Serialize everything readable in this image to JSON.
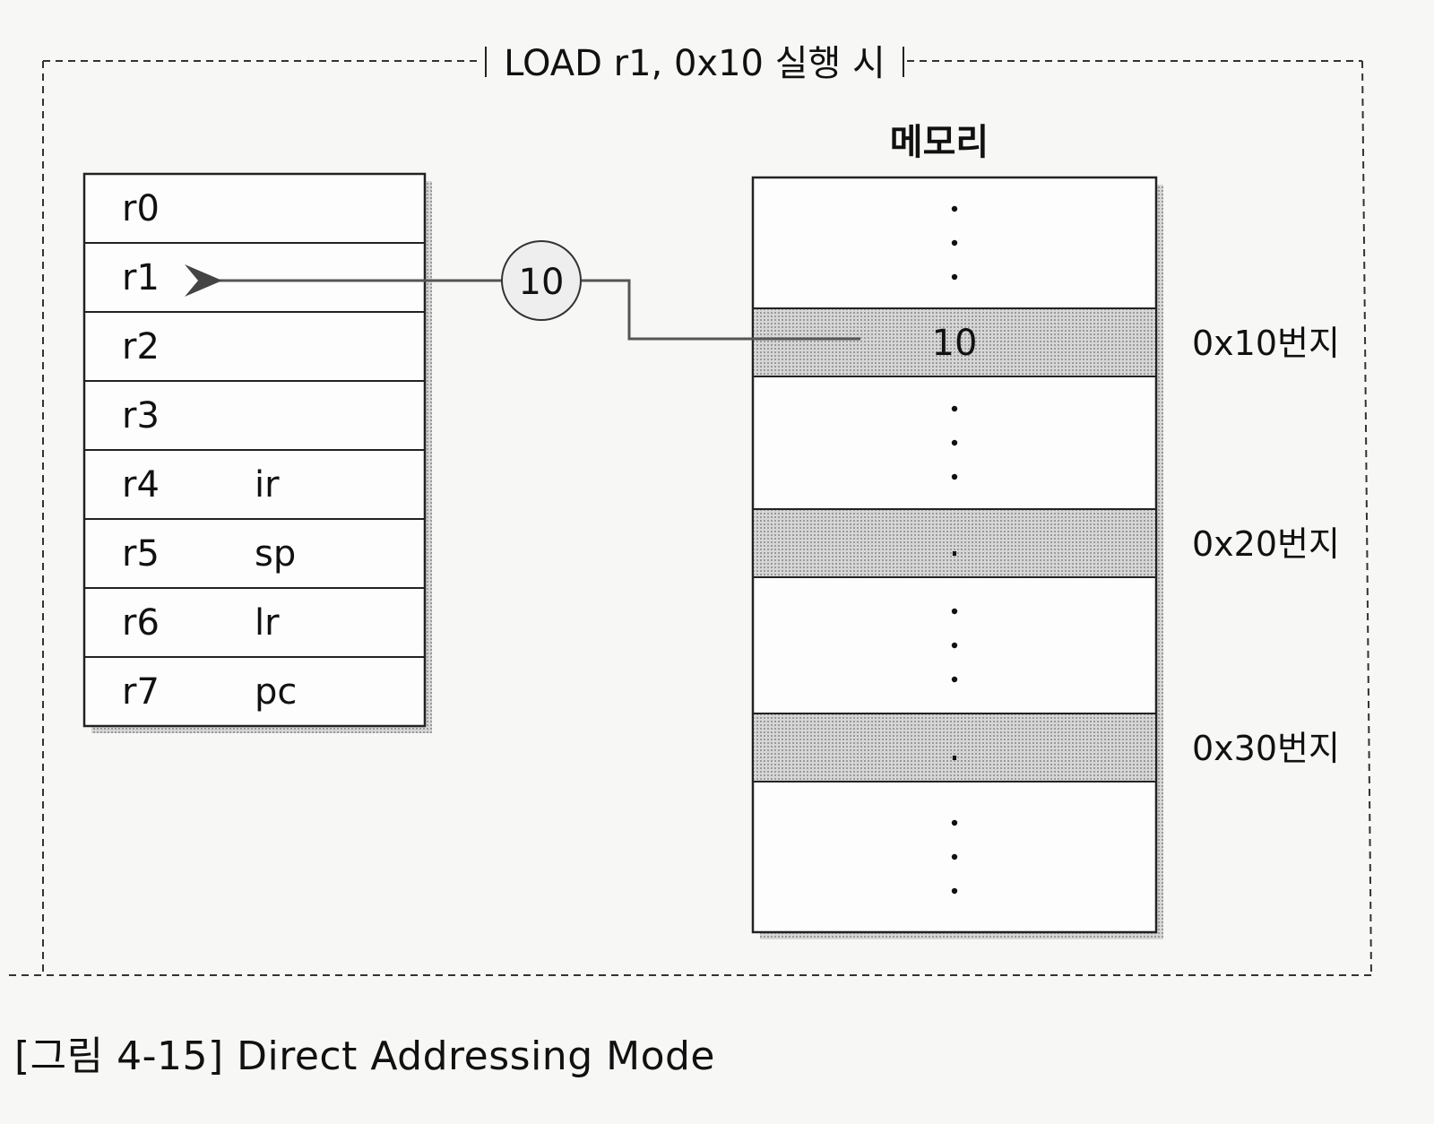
{
  "title": "LOAD r1, 0x10 실행 시",
  "registers": {
    "rows": [
      {
        "name": "r0",
        "alias": ""
      },
      {
        "name": "r1",
        "alias": ""
      },
      {
        "name": "r2",
        "alias": ""
      },
      {
        "name": "r3",
        "alias": ""
      },
      {
        "name": "r4",
        "alias": "ir"
      },
      {
        "name": "r5",
        "alias": "sp"
      },
      {
        "name": "r6",
        "alias": "lr"
      },
      {
        "name": "r7",
        "alias": "pc"
      }
    ]
  },
  "transfer": {
    "value": "10"
  },
  "memory": {
    "label": "메모리",
    "cells": [
      {
        "type": "ellipsis",
        "content": "",
        "address": ""
      },
      {
        "type": "shaded",
        "content": "10",
        "address": "0x10번지"
      },
      {
        "type": "ellipsis",
        "content": "",
        "address": ""
      },
      {
        "type": "shaded",
        "content": ".",
        "address": "0x20번지"
      },
      {
        "type": "ellipsis",
        "content": "",
        "address": ""
      },
      {
        "type": "shaded",
        "content": ".",
        "address": "0x30번지"
      },
      {
        "type": "ellipsis",
        "content": "",
        "address": ""
      }
    ]
  },
  "caption": "[그림 4-15] Direct Addressing Mode"
}
